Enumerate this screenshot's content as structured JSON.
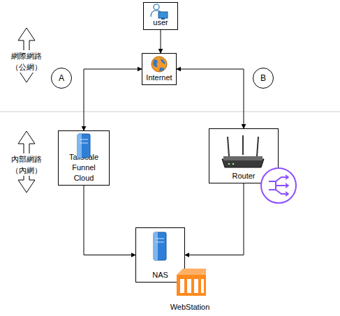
{
  "diagram": {
    "nodes": [
      {
        "text": [
          "user"
        ]
      },
      {
        "text": [
          "A"
        ]
      },
      {
        "text": [
          "Internet"
        ]
      },
      {
        "text": [
          "B"
        ]
      },
      {
        "text": [
          "Tailscale Funnel Cloud"
        ]
      },
      {
        "text": [
          "Router"
        ]
      },
      {
        "text": [
          "NAS"
        ]
      }
    ],
    "edges": [
      {
        "from": 0,
        "to": 2,
        "arrow": "to"
      },
      {
        "from": 2,
        "to": 4,
        "arrow": "both"
      },
      {
        "from": 2,
        "to": 5,
        "arrow": "both"
      },
      {
        "from": 4,
        "to": 6,
        "arrow": "to"
      },
      {
        "from": 5,
        "to": 6,
        "arrow": "to"
      }
    ],
    "labels": [
      "網際網路 （公網）",
      "內部網路 （內網）",
      "WebStation"
    ]
  }
}
